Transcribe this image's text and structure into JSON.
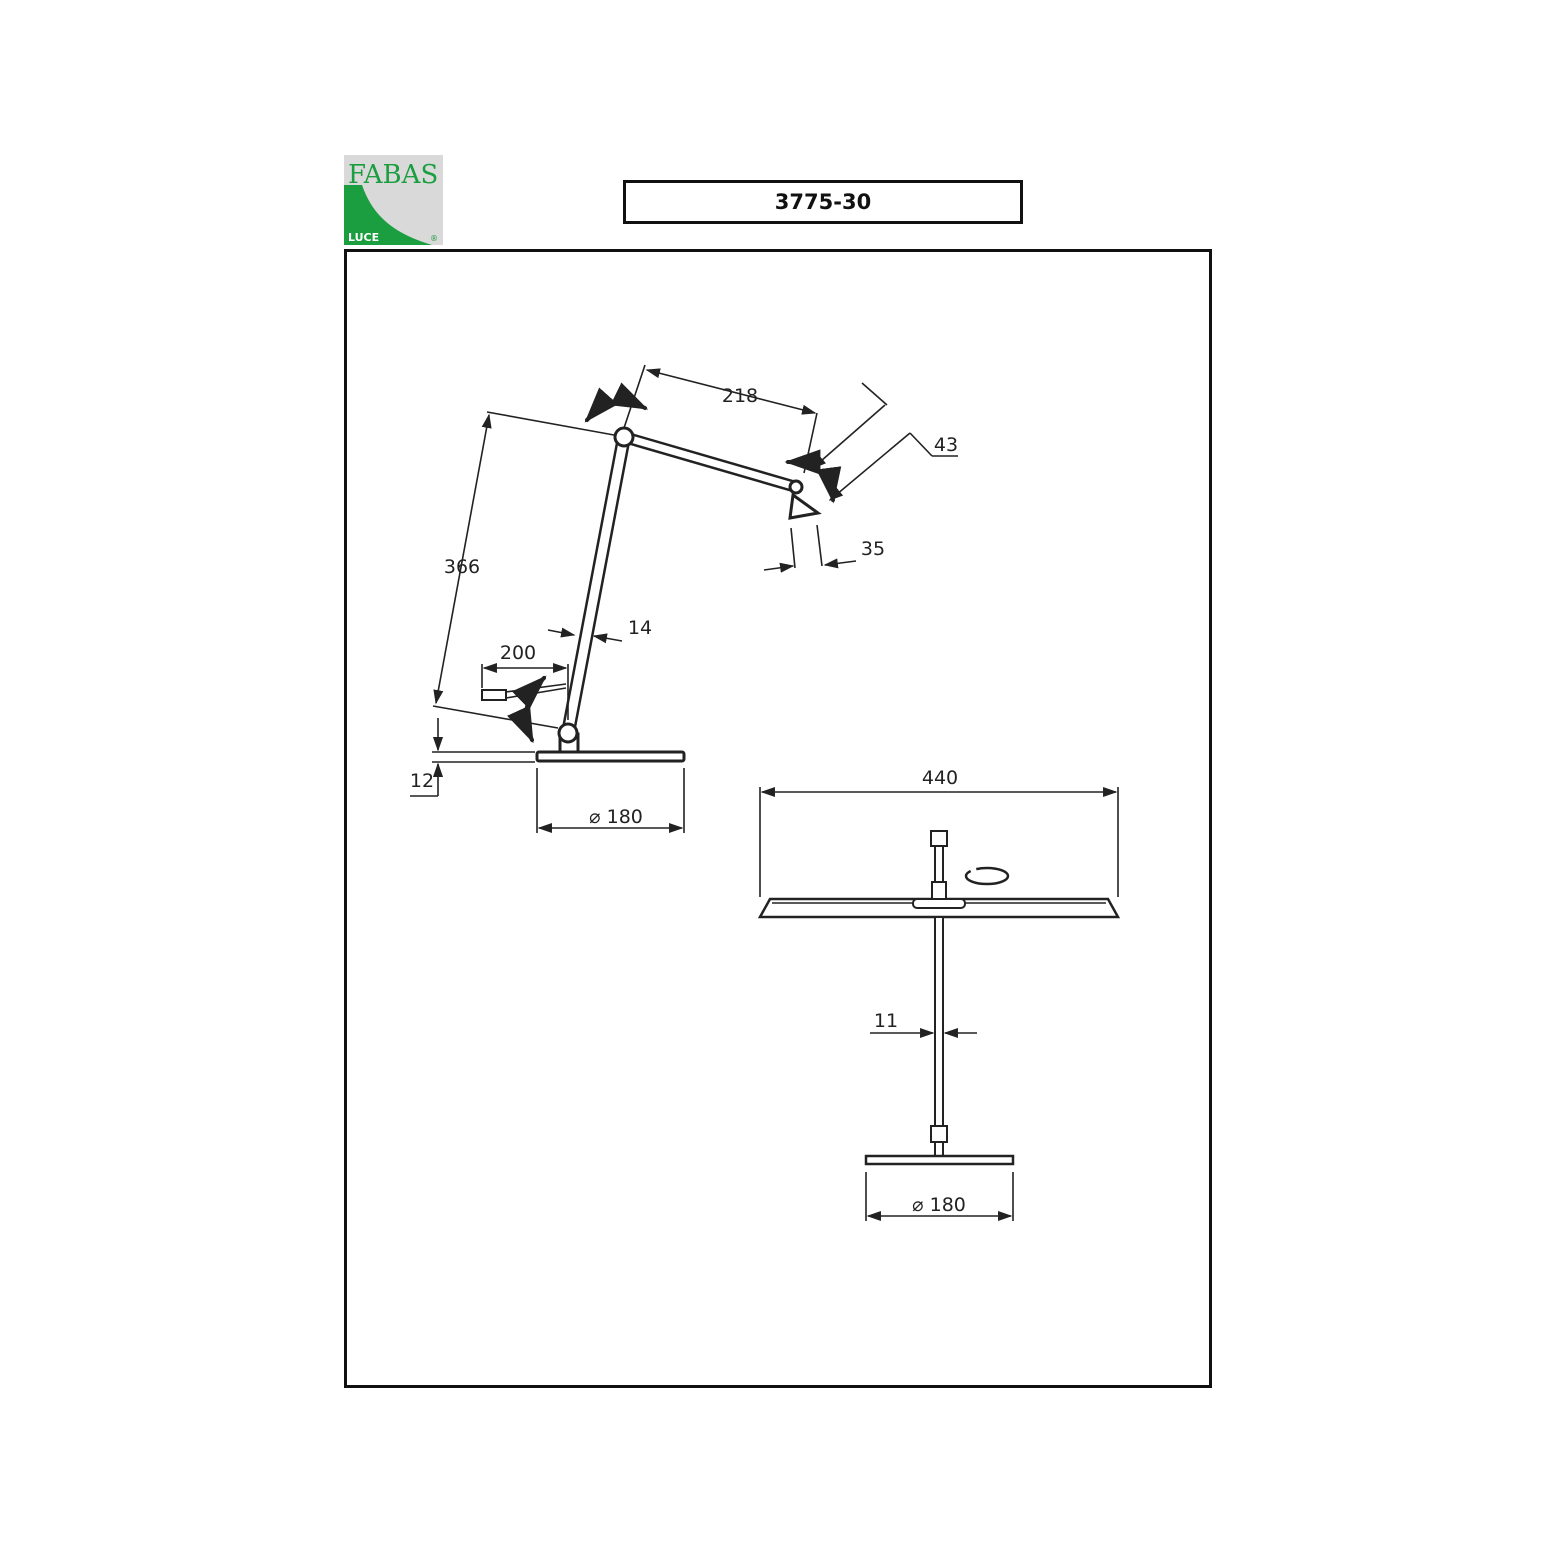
{
  "brand": {
    "name": "FABAS",
    "sub": "LUCE",
    "mark": "®",
    "colors": {
      "green": "#1a9e3f",
      "grey": "#d9d9d9",
      "text_light": "#ffffff"
    }
  },
  "model": "3775-30",
  "dimensions": {
    "arm_upper": "218",
    "arm_lower": "366",
    "head_depth": "43",
    "head_width": "35",
    "arm_thickness": "14",
    "cable_length": "200",
    "base_height": "12",
    "base_diameter_side": "⌀ 180",
    "head_length": "440",
    "stem_width": "11",
    "base_diameter_front": "⌀ 180"
  }
}
